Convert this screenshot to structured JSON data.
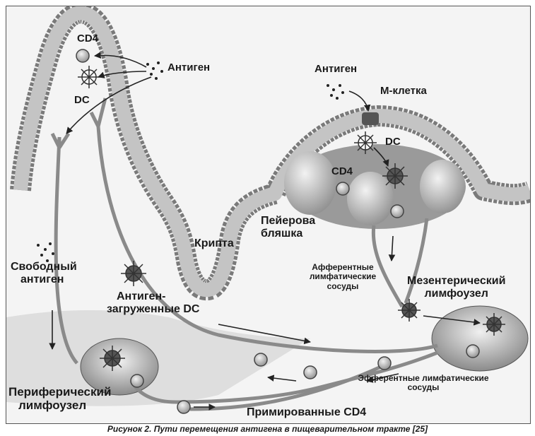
{
  "labels": {
    "cd4_top": "CD4",
    "antigen_top": "Антиген",
    "dc_top": "DC",
    "antigen_right": "Антиген",
    "m_cell": "М-клетка",
    "dc_right": "DC",
    "cd4_patch": "CD4",
    "peyer_patch_line1": "Пейерова",
    "peyer_patch_line2": "бляшка",
    "crypt": "Крипта",
    "free_antigen_line1": "Свободный",
    "free_antigen_line2": "антиген",
    "loaded_dc_line1": "Антиген-",
    "loaded_dc_line2": "загруженные DC",
    "afferent_line1": "Афферентные",
    "afferent_line2": "лимфатические",
    "afferent_line3": "сосуды",
    "mesenteric_line1": "Мезентерический",
    "mesenteric_line2": "лимфоузел",
    "efferent_line1": "Эфферентные лимфатические",
    "efferent_line2": "сосуды",
    "peripheral_line1": "Периферический",
    "peripheral_line2": "лимфоузел",
    "primed_cd4": "Примированные CD4"
  },
  "caption": "Рисунок 2. Пути перемещения антигена в пищеварительном тракте [25]"
}
